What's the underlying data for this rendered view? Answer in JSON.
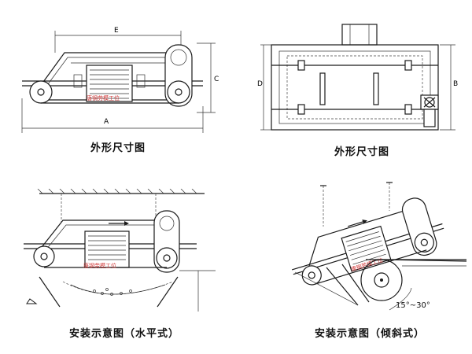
{
  "panels": {
    "top_left": {
      "caption": "外形尺寸图",
      "labels": {
        "e": "E",
        "c": "C",
        "a": "A"
      },
      "watermark": "唐钢劳模工位"
    },
    "top_right": {
      "caption": "外形尺寸图",
      "labels": {
        "d": "D",
        "b": "B"
      }
    },
    "bottom_left": {
      "caption": "安装示意图（水平式）",
      "watermark": "唐钢劳模工位"
    },
    "bottom_right": {
      "caption": "安装示意图（倾斜式）",
      "angle_label": "15°~30°",
      "watermark": "唐钢劳模工位"
    }
  },
  "colors": {
    "line": "#1a1a1a",
    "watermark": "#d23a3a"
  }
}
